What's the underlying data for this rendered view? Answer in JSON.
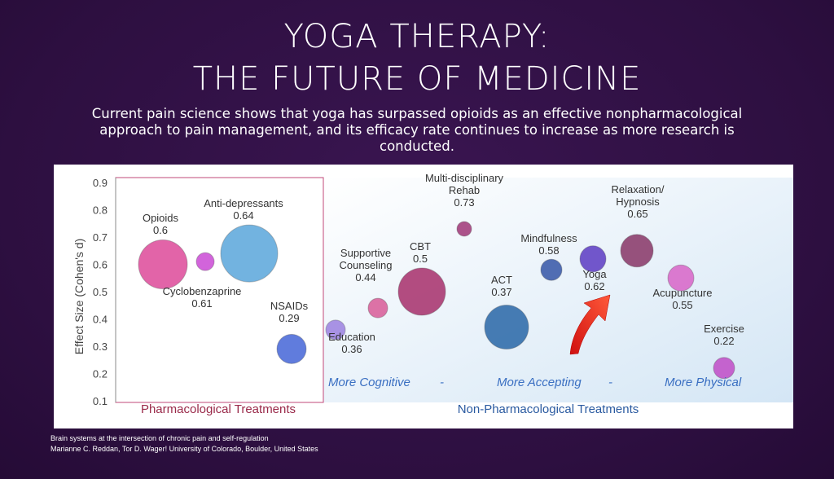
{
  "slide": {
    "title_line1": "YOGA THERAPY:",
    "title_line2": "THE FUTURE OF MEDICINE",
    "subtitle_line1": "Current pain science shows that yoga has surpassed opioids as an effective nonpharmacological",
    "subtitle_line2": "approach to pain management, and its efficacy rate continues to increase as more research is",
    "subtitle_line3": "conducted.",
    "citation_line1": "Brain systems at the intersection of chronic pain and self-regulation",
    "citation_line2": "Marianne C. Reddan, Tor D. Wager! University of Colorado, Boulder, United States"
  },
  "colors": {
    "background": "#2e1042",
    "pharma_border": "#c2487a",
    "pharma_label": "#9a2a4a",
    "nonpharma_bg": "#dceaf6",
    "nonpharma_label": "#2a5aa0",
    "category_text": "#3a6fc2",
    "arrow": "#e03020"
  },
  "chart_data": {
    "type": "scatter",
    "title": "",
    "ylabel": "Effect Size (Cohen's d)",
    "xlabel": "",
    "ylim": [
      0.1,
      0.9
    ],
    "yticks": [
      "0.1",
      "0.2",
      "0.3",
      "0.4",
      "0.5",
      "0.6",
      "0.7",
      "0.8",
      "0.9"
    ],
    "group_labels": [
      "Pharmacological Treatments",
      "Non-Pharmacological Treatments"
    ],
    "category_labels": [
      "More Cognitive",
      "-",
      "More Accepting",
      "-",
      "More Physical"
    ],
    "points": [
      {
        "name": "Opioids",
        "value": "0.6",
        "y": 0.6,
        "color": "#de4f9c"
      },
      {
        "name": "",
        "value": "",
        "y": 0.61,
        "color": "#cc4fd6"
      },
      {
        "name": "Anti-depressants",
        "value": "0.64",
        "y": 0.64,
        "color": "#5ea8dc"
      },
      {
        "name": "Cyclobenzaprine",
        "value": "0.61",
        "y": 0.61,
        "color": ""
      },
      {
        "name": "NSAIDs",
        "value": "0.29",
        "y": 0.29,
        "color": "#4a6ad8"
      },
      {
        "name": "Education",
        "value": "0.36",
        "y": 0.36,
        "color": "#9d84e0"
      },
      {
        "name": "Supportive Counseling",
        "value": "0.44",
        "y": 0.44,
        "color": "#d8609a"
      },
      {
        "name": "CBT",
        "value": "0.5",
        "y": 0.5,
        "color": "#a8346e"
      },
      {
        "name": "Multi-disciplinary Rehab",
        "value": "0.73",
        "y": 0.73,
        "color": "#a23a7a"
      },
      {
        "name": "ACT",
        "value": "0.37",
        "y": 0.37,
        "color": "#2e6aa8"
      },
      {
        "name": "Mindfulness",
        "value": "0.58",
        "y": 0.58,
        "color": "#3a5aa8"
      },
      {
        "name": "Yoga",
        "value": "0.62",
        "y": 0.62,
        "color": "#6040c4"
      },
      {
        "name": "Relaxation/ Hypnosis",
        "value": "0.65",
        "y": 0.65,
        "color": "#8a3a6a"
      },
      {
        "name": "Acupuncture",
        "value": "0.55",
        "y": 0.55,
        "color": "#d868c8"
      },
      {
        "name": "Exercise",
        "value": "0.22",
        "y": 0.22,
        "color": "#c050c8"
      }
    ]
  }
}
